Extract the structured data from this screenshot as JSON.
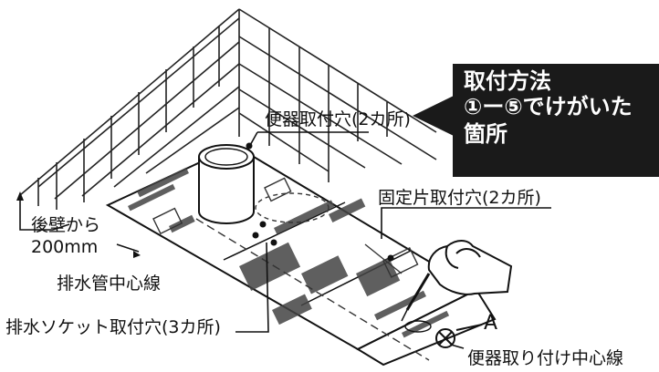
{
  "labels": {
    "toilet_mount_holes": "便器取付穴(2カ所)",
    "fixing_piece_holes": "固定片取付穴(2カ所)",
    "wall_distance_line1": "後壁から",
    "wall_distance_line2": "200mm",
    "drain_centerline": "排水管中心線",
    "drain_socket_holes": "排水ソケット取付穴(3カ所)",
    "marker_a": "A",
    "toilet_centerline": "便器取り付け中心線"
  },
  "callout": {
    "line1": "取付方法",
    "line2": "①ー⑤でけがいた",
    "line3": "箇所"
  },
  "colors": {
    "callout_background": "#1a1a1a",
    "callout_text": "#ffffff",
    "line": "#111111"
  }
}
